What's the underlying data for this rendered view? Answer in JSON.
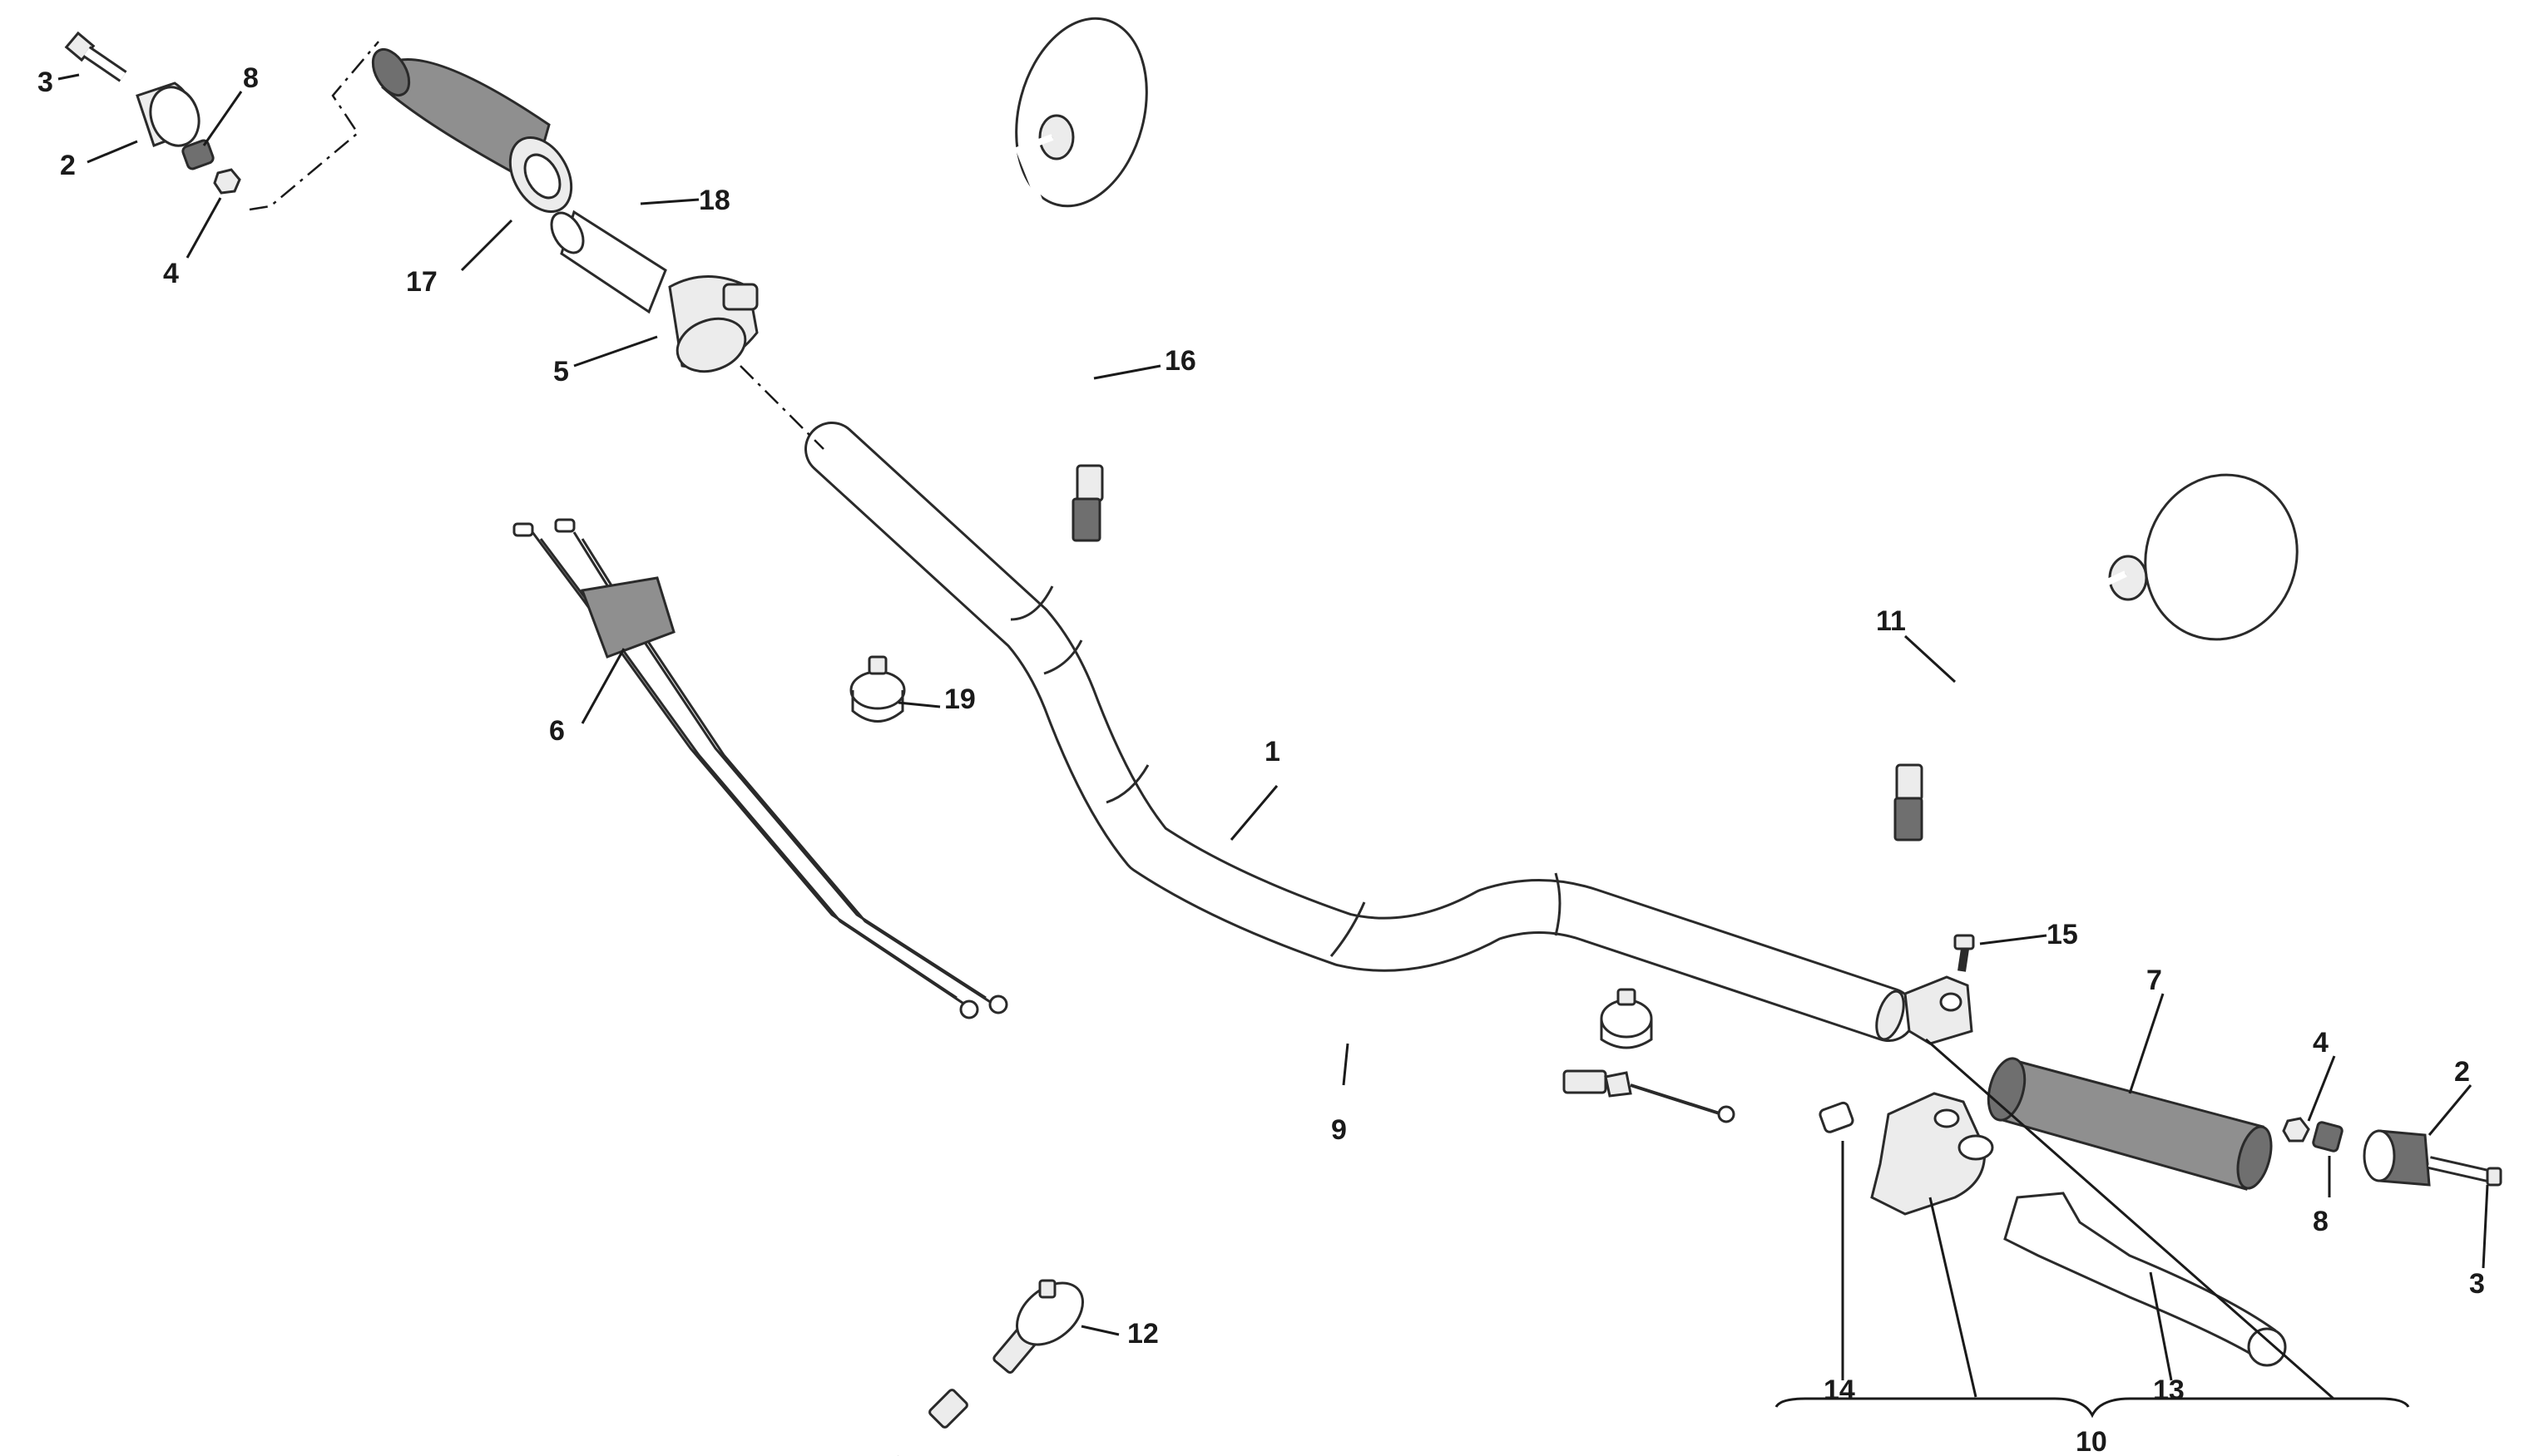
{
  "diagram": {
    "callouts": {
      "c1": "1",
      "c2_left": "2",
      "c2_right": "2",
      "c3_left": "3",
      "c3_right": "3",
      "c4_left": "4",
      "c4_right": "4",
      "c5": "5",
      "c6": "6",
      "c7": "7",
      "c8_left": "8",
      "c8_right": "8",
      "c9": "9",
      "c10": "10",
      "c11": "11",
      "c12": "12",
      "c13": "13",
      "c14": "14",
      "c15": "15",
      "c16": "16",
      "c17": "17",
      "c18": "18",
      "c19": "19"
    }
  }
}
